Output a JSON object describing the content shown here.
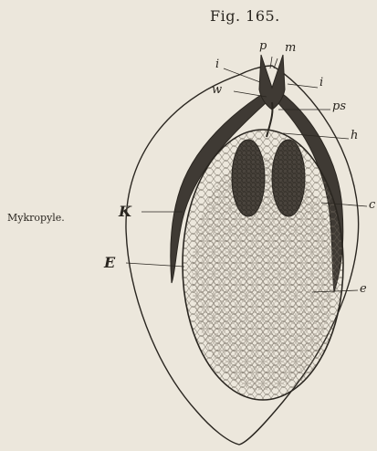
{
  "figure": {
    "title": "Fig. 165.",
    "side_label": "Mykropyle."
  },
  "labels": {
    "p": "p",
    "m": "m",
    "i_left": "i",
    "i_right": "i",
    "w": "w",
    "ps": "ps",
    "h": "h",
    "K": "K",
    "c": "c",
    "E": "E",
    "e": "e"
  },
  "colors": {
    "background": "#ece7dc",
    "ink": "#2a2620",
    "dark_tissue": "#3f3a34",
    "cell_network": "#6a6358"
  }
}
